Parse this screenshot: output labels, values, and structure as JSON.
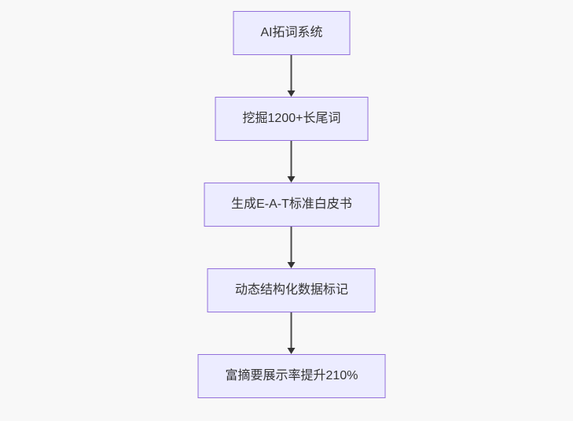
{
  "flowchart": {
    "type": "flowchart-top-down",
    "background_color": "#f8f8f8",
    "node_fill_color": "#ECECFF",
    "node_border_color": "#9370DB",
    "node_text_color": "#333333",
    "edge_color": "#333333",
    "nodes": [
      {
        "id": "n1",
        "label": "AI拓词系统"
      },
      {
        "id": "n2",
        "label": "挖掘1200+长尾词"
      },
      {
        "id": "n3",
        "label": "生成E-A-T标准白皮书"
      },
      {
        "id": "n4",
        "label": "动态结构化数据标记"
      },
      {
        "id": "n5",
        "label": "富摘要展示率提升210%"
      }
    ],
    "edges": [
      {
        "from": "n1",
        "to": "n2",
        "style": "arrow-down"
      },
      {
        "from": "n2",
        "to": "n3",
        "style": "arrow-down"
      },
      {
        "from": "n3",
        "to": "n4",
        "style": "arrow-down"
      },
      {
        "from": "n4",
        "to": "n5",
        "style": "arrow-down"
      }
    ]
  }
}
